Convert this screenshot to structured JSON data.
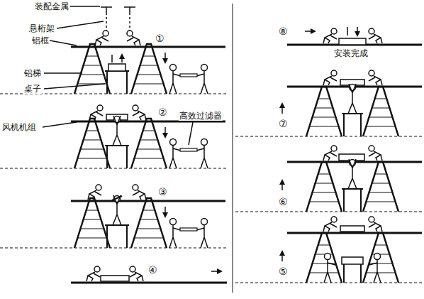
{
  "diagram": {
    "labels": [
      "装配金属",
      "悬桁架",
      "铝框",
      "①",
      "铝梯",
      "桌子",
      "②",
      "风机机组",
      "高效过滤器",
      "③",
      "④",
      "⑧",
      "安装完成",
      "⑦",
      "⑥",
      "⑤"
    ]
  }
}
